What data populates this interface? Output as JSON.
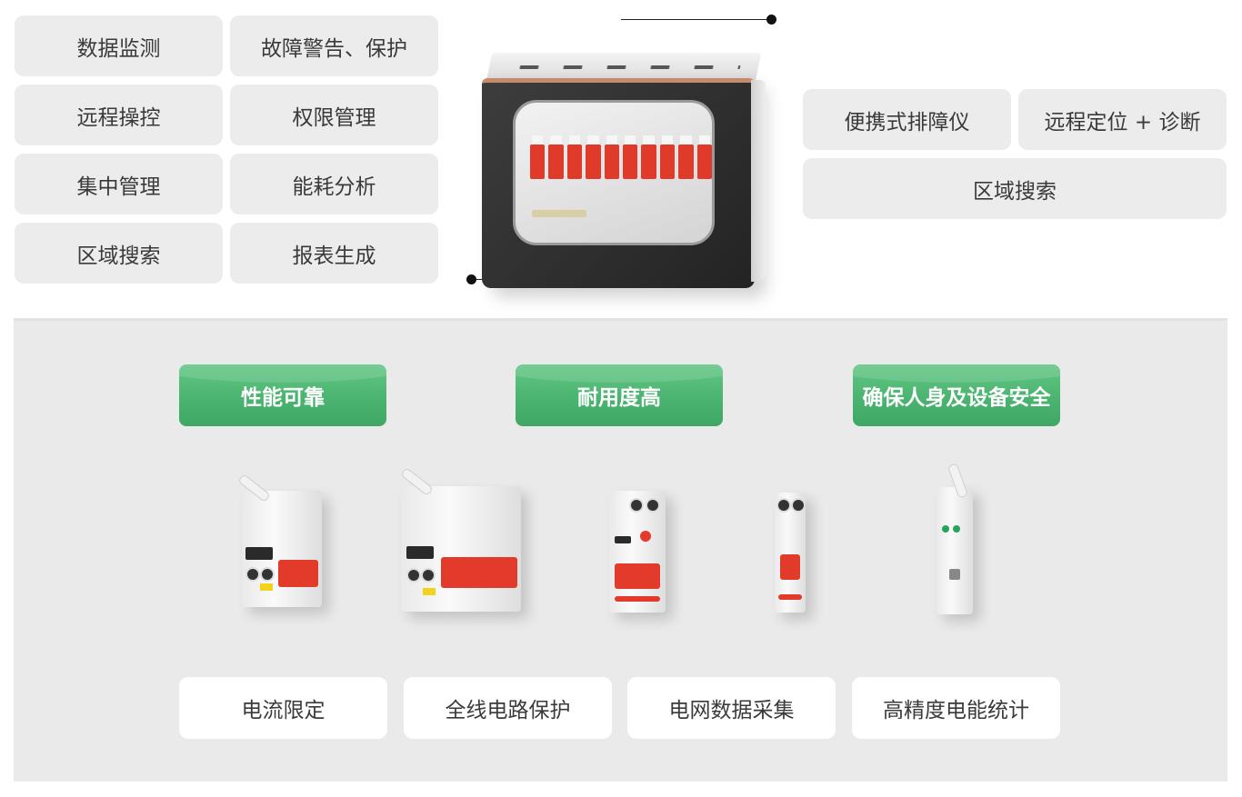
{
  "features_left": [
    "数据监测",
    "故障警告、保护",
    "远程操控",
    "权限管理",
    "集中管理",
    "能耗分析",
    "区域搜索",
    "报表生成"
  ],
  "features_right": [
    "便携式排障仪",
    "远程定位 + 诊断",
    "区域搜索"
  ],
  "advantages": [
    "性能可靠",
    "耐用度高",
    "确保人身及设备安全"
  ],
  "functions": [
    "电流限定",
    "全线电路保护",
    "电网数据采集",
    "高精度电能统计"
  ],
  "colors": {
    "green": "#4bb470",
    "panel": "#eaeaea",
    "breaker_red": "#e23b2c"
  }
}
